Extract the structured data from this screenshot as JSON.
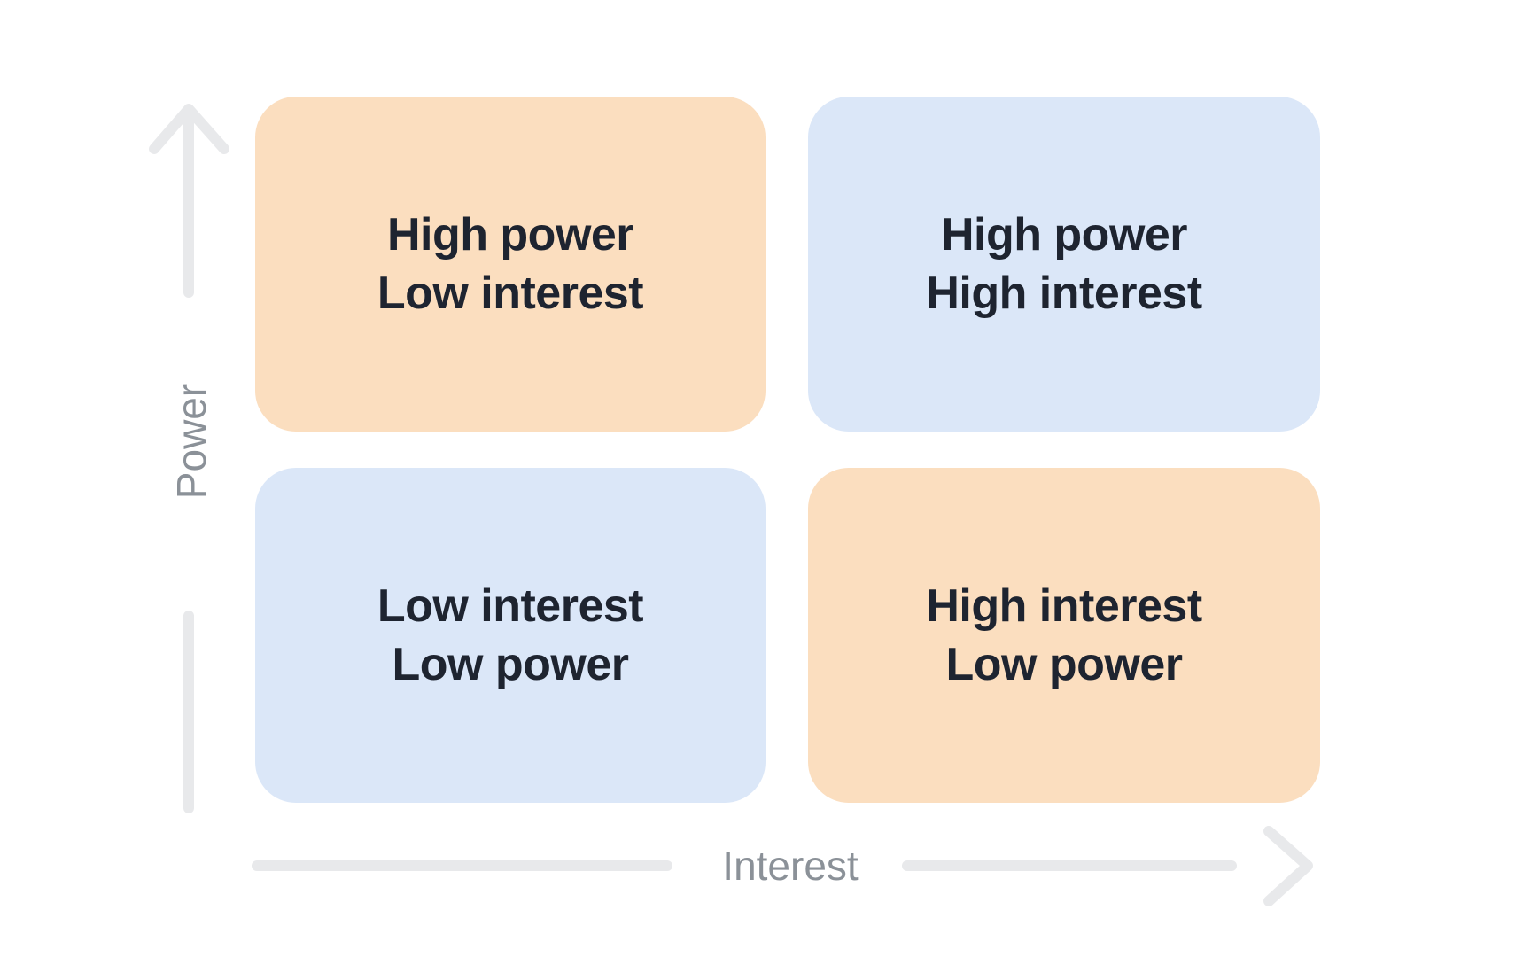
{
  "diagram": {
    "type": "power-interest-matrix",
    "axes": {
      "y_label": "Power",
      "x_label": "Interest"
    },
    "quadrants": [
      {
        "position": "top-left",
        "line1": "High power",
        "line2": "Low interest",
        "fill": "orange"
      },
      {
        "position": "top-right",
        "line1": "High power",
        "line2": "High interest",
        "fill": "blue"
      },
      {
        "position": "bottom-left",
        "line1": "Low interest",
        "line2": "Low power",
        "fill": "blue"
      },
      {
        "position": "bottom-right",
        "line1": "High interest",
        "line2": "Low power",
        "fill": "orange"
      }
    ],
    "colors": {
      "background": "#FFFFFF",
      "quadrant_orange": "#FBDEBF",
      "quadrant_blue": "#DBE7F8",
      "quadrant_text": "#1E2430",
      "axis_line": "#E8E9EB",
      "axis_label_text": "#8B9198"
    }
  }
}
